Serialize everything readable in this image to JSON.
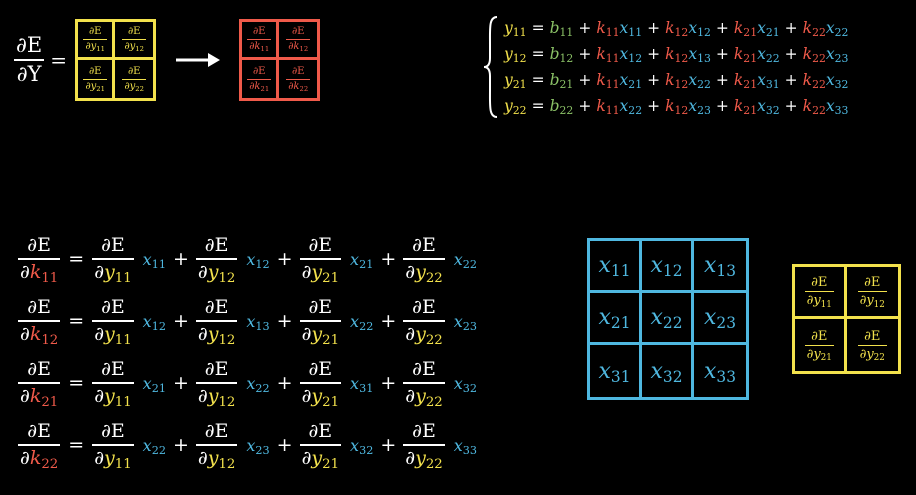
{
  "colors": {
    "yellow": "#f2e14c",
    "red": "#f05a4a",
    "blue": "#4fb8e0",
    "green": "#8bc267",
    "white": "#ffffff",
    "background": "#000000"
  },
  "top_left": {
    "lhs_num": "∂E",
    "lhs_den": "∂Y",
    "equals": "=",
    "yellow_grid": [
      {
        "num": "∂E",
        "den_var": "∂y",
        "den_sub": "11"
      },
      {
        "num": "∂E",
        "den_var": "∂y",
        "den_sub": "12"
      },
      {
        "num": "∂E",
        "den_var": "∂y",
        "den_sub": "21"
      },
      {
        "num": "∂E",
        "den_var": "∂y",
        "den_sub": "22"
      }
    ],
    "arrow": "⟶",
    "red_grid": [
      {
        "num": "∂E",
        "den_var": "∂k",
        "den_sub": "11"
      },
      {
        "num": "∂E",
        "den_var": "∂k",
        "den_sub": "12"
      },
      {
        "num": "∂E",
        "den_var": "∂k",
        "den_sub": "21"
      },
      {
        "num": "∂E",
        "den_var": "∂k",
        "den_sub": "22"
      }
    ]
  },
  "system": {
    "brace": "{",
    "equations": [
      {
        "y": "11",
        "b": "11",
        "terms": [
          [
            "11",
            "11"
          ],
          [
            "12",
            "12"
          ],
          [
            "21",
            "21"
          ],
          [
            "22",
            "22"
          ]
        ]
      },
      {
        "y": "12",
        "b": "12",
        "terms": [
          [
            "11",
            "12"
          ],
          [
            "12",
            "13"
          ],
          [
            "21",
            "22"
          ],
          [
            "22",
            "23"
          ]
        ]
      },
      {
        "y": "21",
        "b": "21",
        "terms": [
          [
            "11",
            "21"
          ],
          [
            "12",
            "22"
          ],
          [
            "21",
            "31"
          ],
          [
            "22",
            "32"
          ]
        ]
      },
      {
        "y": "22",
        "b": "22",
        "terms": [
          [
            "11",
            "22"
          ],
          [
            "12",
            "23"
          ],
          [
            "21",
            "32"
          ],
          [
            "22",
            "33"
          ]
        ]
      }
    ]
  },
  "gradients": [
    {
      "k": "11",
      "x": [
        "11",
        "12",
        "21",
        "22"
      ]
    },
    {
      "k": "12",
      "x": [
        "12",
        "13",
        "22",
        "23"
      ]
    },
    {
      "k": "21",
      "x": [
        "21",
        "22",
        "31",
        "32"
      ]
    },
    {
      "k": "22",
      "x": [
        "22",
        "23",
        "32",
        "33"
      ]
    }
  ],
  "gradient_y_subs": [
    "11",
    "12",
    "21",
    "22"
  ],
  "x_matrix": [
    "11",
    "12",
    "13",
    "21",
    "22",
    "23",
    "31",
    "32",
    "33"
  ],
  "yellow_grid_right": [
    {
      "num": "∂E",
      "den_var": "∂y",
      "den_sub": "11"
    },
    {
      "num": "∂E",
      "den_var": "∂y",
      "den_sub": "12"
    },
    {
      "num": "∂E",
      "den_var": "∂y",
      "den_sub": "21"
    },
    {
      "num": "∂E",
      "den_var": "∂y",
      "den_sub": "22"
    }
  ],
  "symbols": {
    "de": "∂E",
    "d": "∂",
    "plus": "+",
    "equals": "=",
    "x": "x",
    "y": "y",
    "k": "k",
    "b": "b"
  }
}
